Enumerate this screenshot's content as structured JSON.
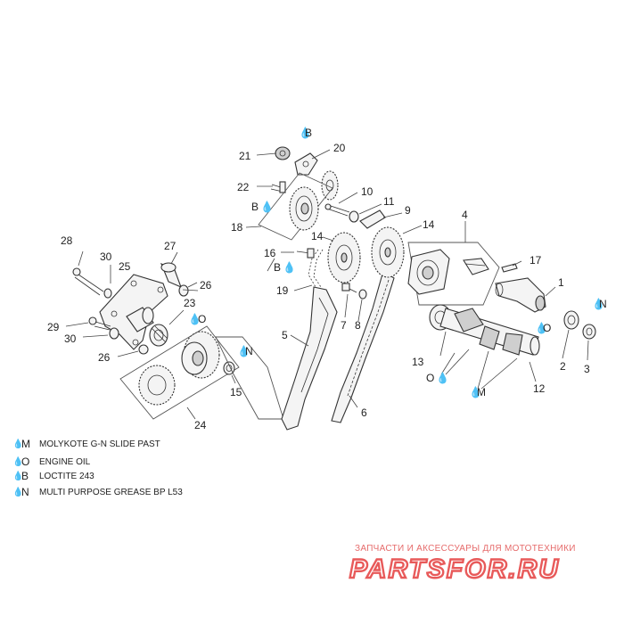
{
  "parts": {
    "p1": "1",
    "p2": "2",
    "p3": "3",
    "p4": "4",
    "p5": "5",
    "p6": "6",
    "p7": "7",
    "p8": "8",
    "p9": "9",
    "p10": "10",
    "p11": "11",
    "p12": "12",
    "p13": "13",
    "p14a": "14",
    "p14b": "14",
    "p15": "15",
    "p16": "16",
    "p17": "17",
    "p18": "18",
    "p19": "19",
    "p20": "20",
    "p21": "21",
    "p22": "22",
    "p23": "23",
    "p24": "24",
    "p25": "25",
    "p26a": "26",
    "p26b": "26",
    "p27": "27",
    "p28": "28",
    "p29": "29",
    "p30a": "30",
    "p30b": "30"
  },
  "marks": {
    "b21": "B",
    "b22": "B",
    "b16": "B",
    "o23": "O",
    "n15": "N",
    "n3": "N",
    "o2": "O",
    "o13": "O",
    "m12": "M"
  },
  "legend": [
    {
      "code": "M",
      "text": "MOLYKOTE G-N SLIDE PAST"
    },
    {
      "code": "O",
      "text": "ENGINE OIL"
    },
    {
      "code": "B",
      "text": "LOCTITE 243"
    },
    {
      "code": "N",
      "text": "MULTI PURPOSE GREASE BP L53"
    }
  ],
  "watermark": {
    "subtitle": "ЗАПЧАСТИ И АКСЕССУАРЫ ДЛЯ МОТОТЕХНИКИ",
    "brand": "PARTSFOR.RU"
  },
  "colors": {
    "line": "#333333",
    "watermark": "#e85a5a"
  }
}
